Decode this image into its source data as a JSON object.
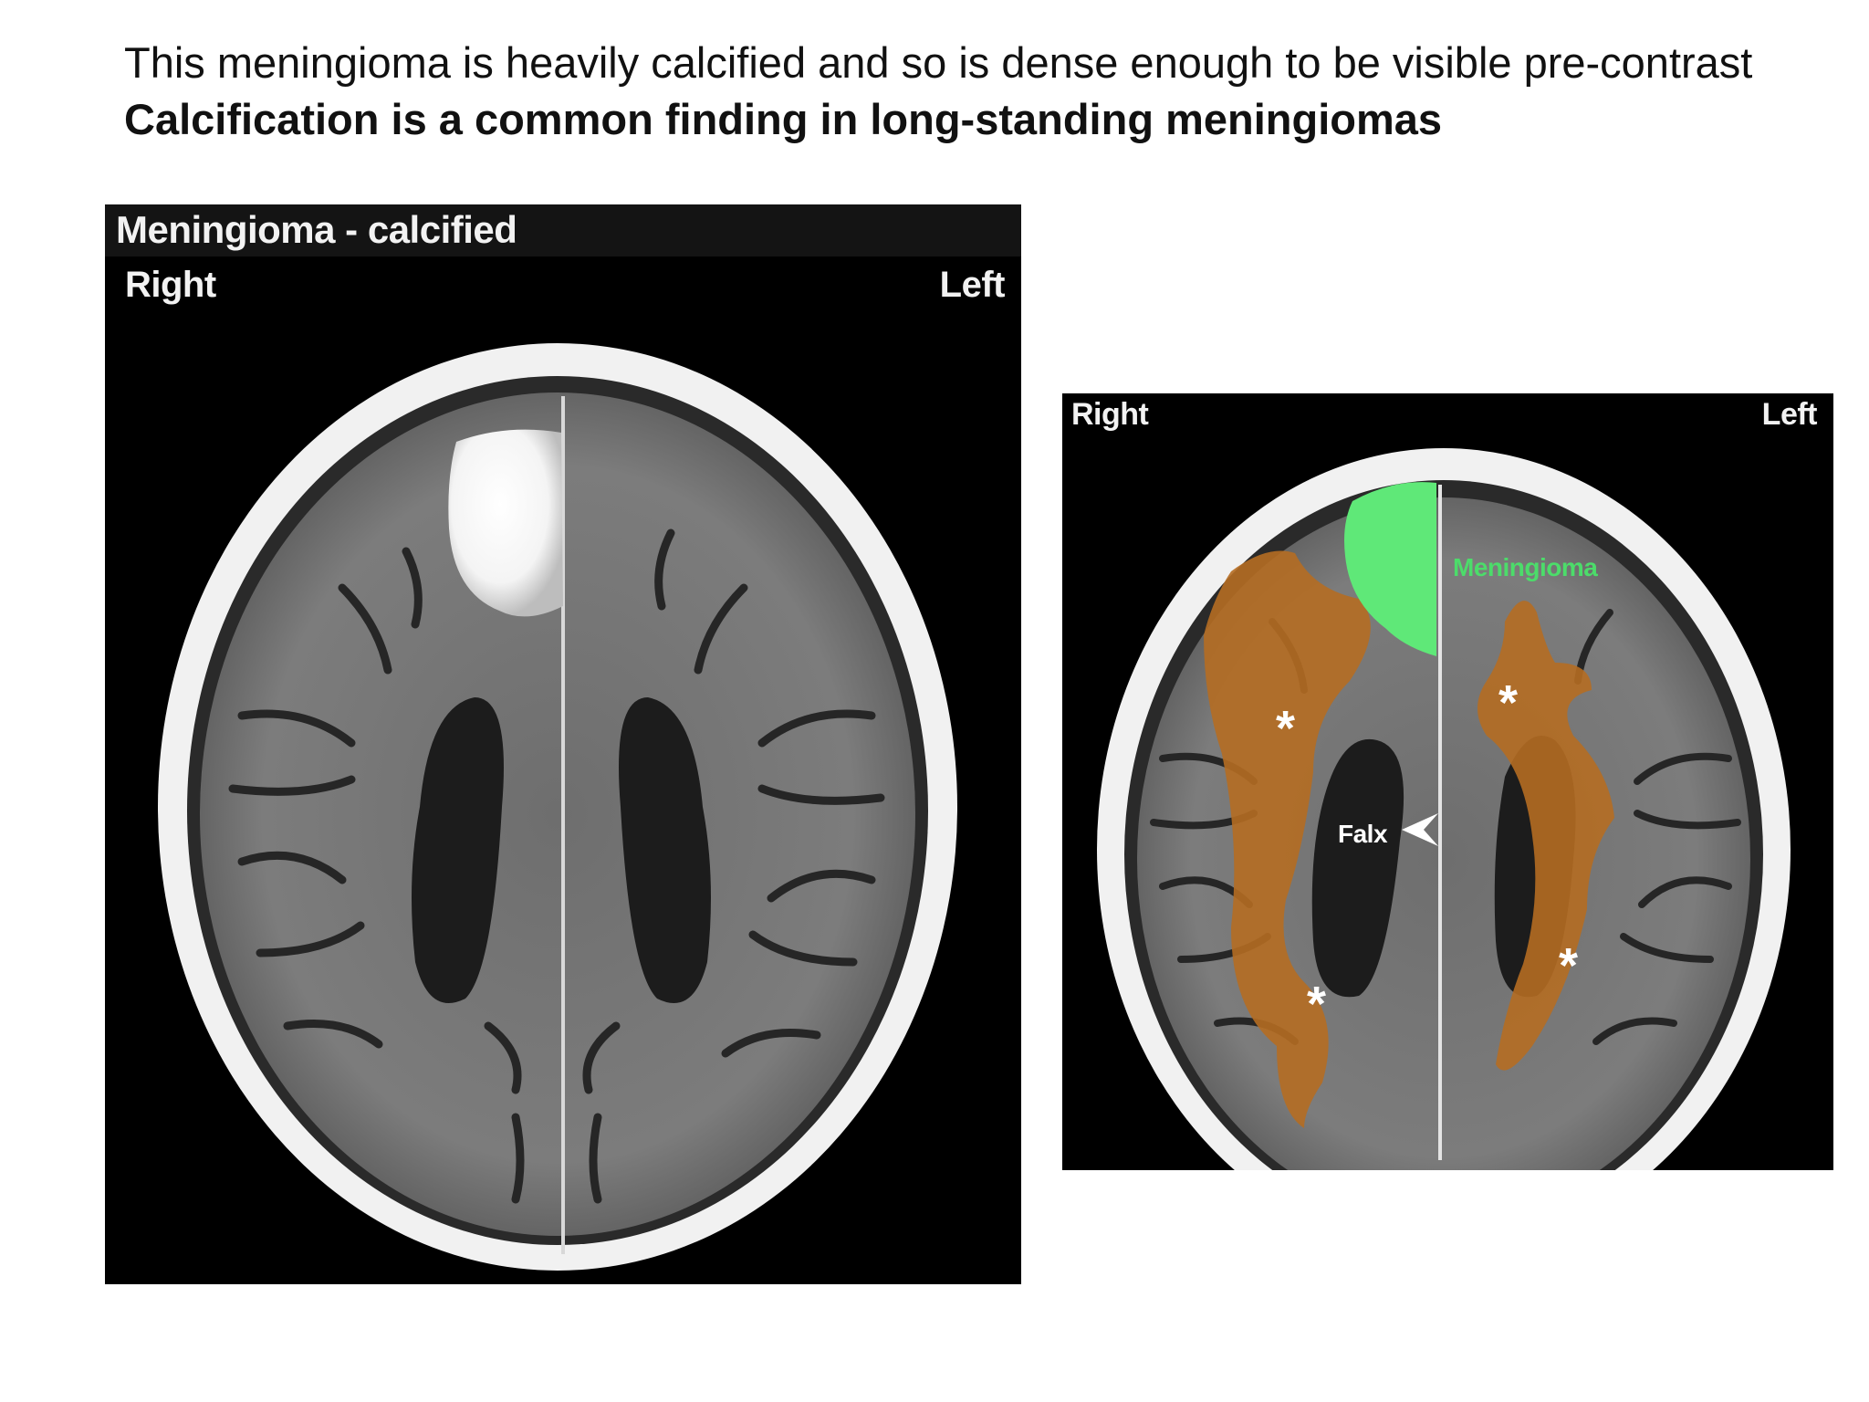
{
  "caption": {
    "normal": "This meningioma is heavily calcified and so is dense enough to be visible pre-contrast ",
    "bold": "Calcification is a common finding in long-standing meningiomas"
  },
  "left_image": {
    "title": "Meningioma - calcified",
    "orientation_right": "Right",
    "orientation_left": "Left"
  },
  "right_image": {
    "orientation_right": "Right",
    "orientation_left": "Left",
    "label_meningioma": "Meningioma",
    "label_falx": "Falx",
    "asterisk": "*",
    "colors": {
      "meningioma_overlay": "#5fe878",
      "white_matter_overlay": "#b56d22",
      "skull": "#f2f2f2"
    }
  }
}
